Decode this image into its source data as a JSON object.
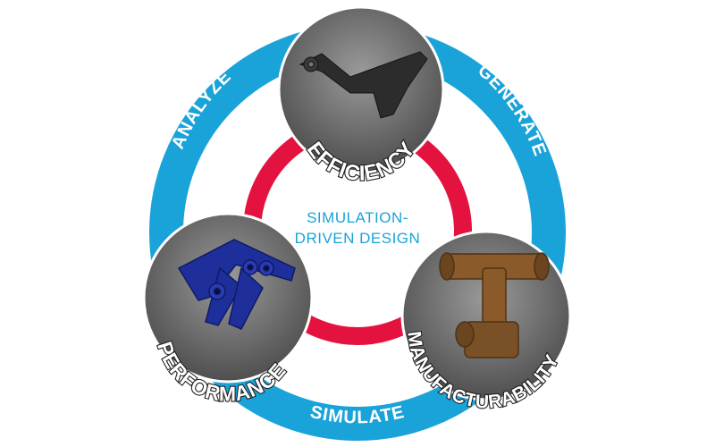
{
  "diagram": {
    "center": {
      "line1": "SIMULATION-",
      "line2": "DRIVEN DESIGN"
    },
    "outer_ring_labels": {
      "analyze": "ANALYZE",
      "generate": "GENERATE",
      "simulate": "SIMULATE"
    },
    "nodes": {
      "efficiency": "EFFICIENCY",
      "performance": "PERFORMANCE",
      "manufacturability": "MANUFACTURABILITY"
    },
    "colors": {
      "outer_ring": "#1aa3d9",
      "inner_ring": "#e3123e",
      "node_fill": "#6e6e6e",
      "center_text": "#1aa3d9"
    }
  }
}
